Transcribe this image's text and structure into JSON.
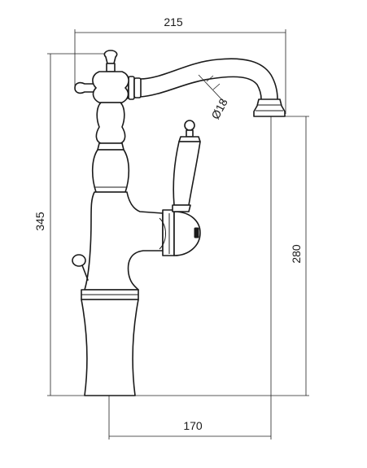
{
  "dimensions": {
    "overall_width": "215",
    "overall_height": "345",
    "spout_height": "280",
    "reach": "170",
    "pipe_diameter": "Ø18"
  }
}
